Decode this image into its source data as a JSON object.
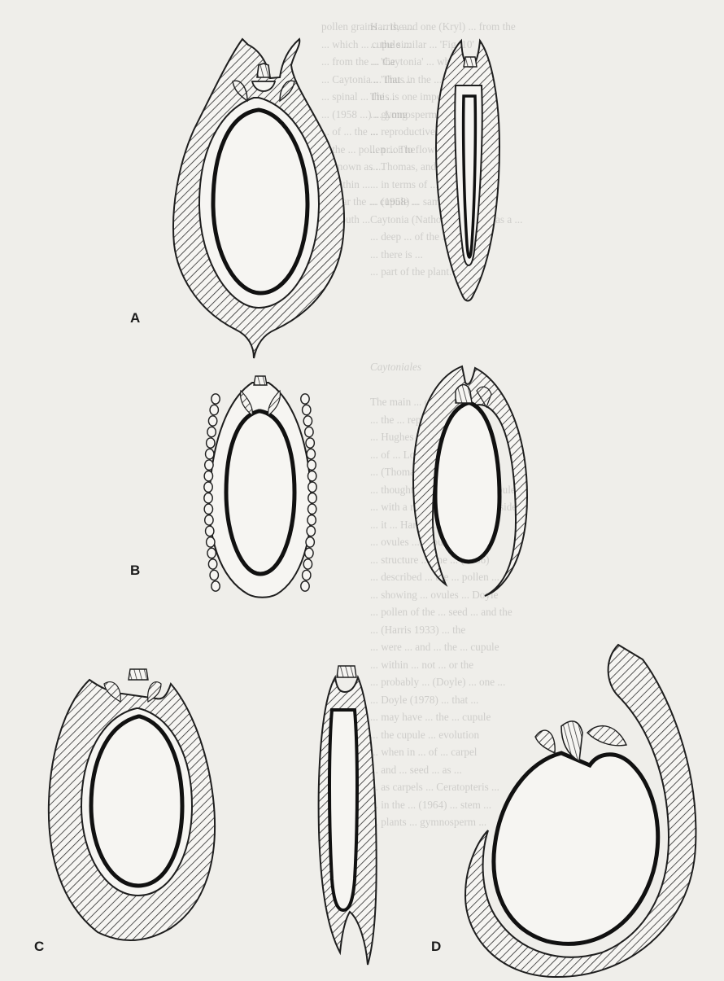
{
  "figure": {
    "panels": [
      {
        "id": "A",
        "label": "A"
      },
      {
        "id": "B",
        "label": "B"
      },
      {
        "id": "C",
        "label": "C"
      },
      {
        "id": "D",
        "label": "D"
      }
    ]
  },
  "ghost_text": {
    "heading": "Caytoniales",
    "right_top": [
      "Harris, and one (Kryl) ... from the",
      "... the similar ... 'Fig. 10'",
      "... 'Caytonia' ... which ...",
      "... 'Thus in the ... Stone ...",
      "This is one important ... of ...",
      "... gymnosperm ... Triassic ...",
      "... reproductive ... from which",
      "... prior to flowering ...",
      "... Thomas, and ... Kryl",
      "... in terms of ... angiosperm",
      "... (1958) ... same ... and ...",
      "Caytonia (Nathorst, 1911) ... as a ...",
      "... deep ... of the ...",
      "... there is ...",
      "... part of the plant."
    ],
    "right_bottom": [
      "The main ... of ... by ...",
      "... the ... reproductive ...",
      "... Hughes Harris, that ... the",
      "... of ... Lower Jurassic ...",
      "... (Thomas 1925) ... and",
      "... thought to have ... small cupule ...",
      "... with a recurved mouth ... inside",
      "... it ... Harris ... the",
      "... ovules ... cupule ...",
      "... structure ... one ... (1966)",
      "... described ... the ... pollen ...",
      "... showing ... ovules ... Doyle",
      "... pollen of the ... seed ... and the",
      "... (Harris 1933) ... the",
      "... were ... and ... the ... cupule",
      "... within ... not ... or the",
      "... probably ... (Doyle) ... one ...",
      "... Doyle (1978) ... that ...",
      "... may have ... the ... cupule",
      "... the cupule ... evolution",
      "... when in ... of ... carpel",
      "... and ... seed ... as ...",
      "... as carpels ... Ceratopteris ...",
      "... in the ... (1964) ... stem ...",
      "... plants ... gymnosperm ..."
    ],
    "middle": [
      "pollen grains ... the ...",
      "... which ... cupule ...",
      "... from the ... the",
      "... Caytonia ... that ...",
      "... spinal ... the ...",
      "... (1958 ...) ... Long",
      "... of ... the ...",
      "... the ... pollen ... The",
      "... known as ...",
      "... within ...",
      "... near the ... cupule ...",
      "... mouth ..."
    ]
  }
}
